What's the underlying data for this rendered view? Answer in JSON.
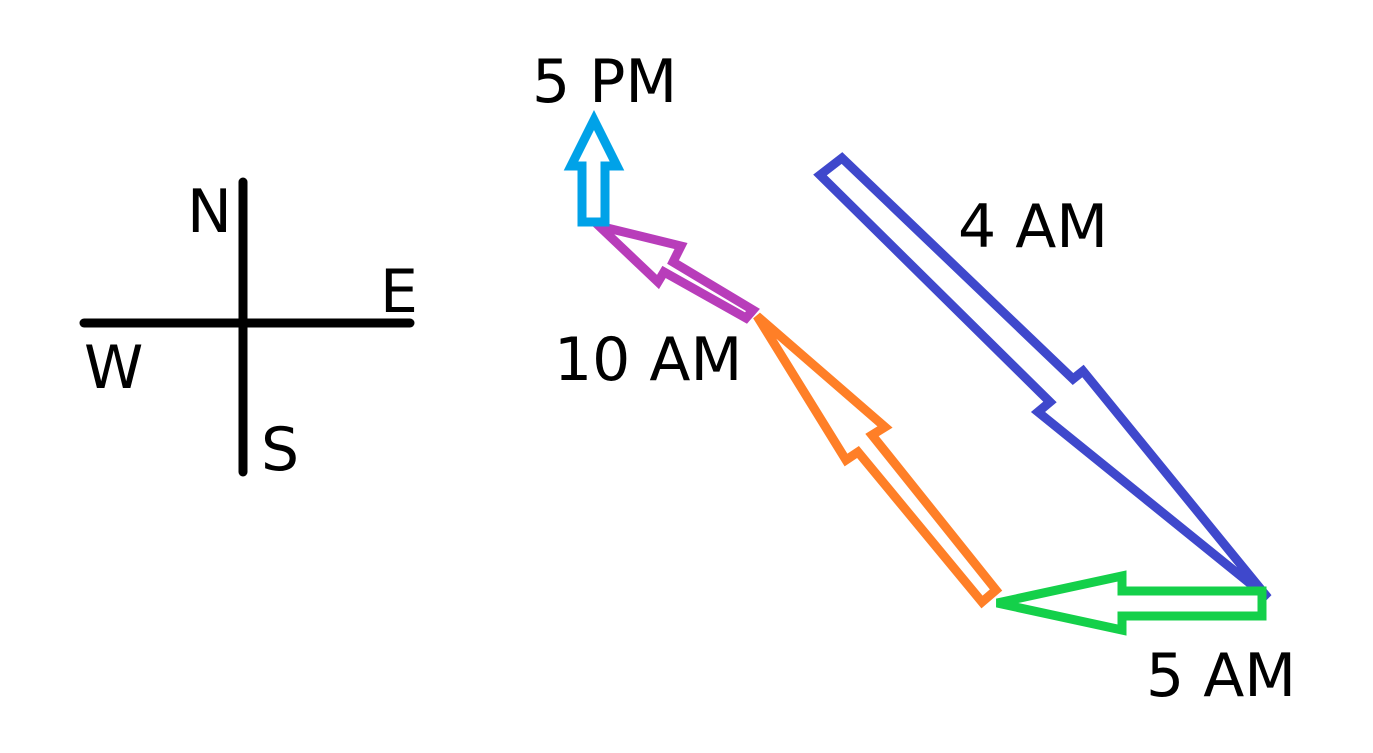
{
  "compass": {
    "north": "N",
    "east": "E",
    "south": "S",
    "west": "W"
  },
  "arrows": [
    {
      "label": "4 AM",
      "color": "#3f48cc",
      "direction": "southeast"
    },
    {
      "label": "5 AM",
      "color": "#14d04a",
      "direction": "west"
    },
    {
      "label": "",
      "color": "#ff7f27",
      "direction": "northwest"
    },
    {
      "label": "10 AM",
      "color": "#b83dba",
      "direction": "west-northwest"
    },
    {
      "label": "5 PM",
      "color": "#00a2e8",
      "direction": "north"
    }
  ]
}
